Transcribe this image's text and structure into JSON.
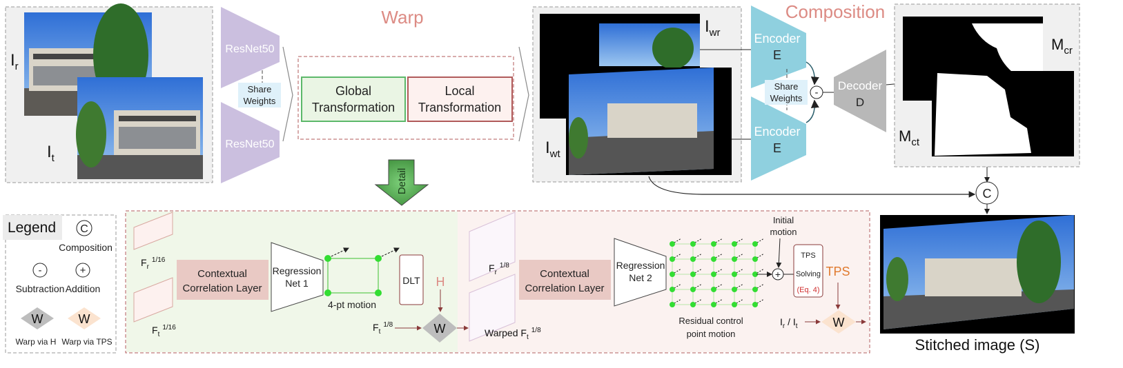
{
  "top": {
    "ir_label": "I",
    "ir_sub": "r",
    "it_label": "I",
    "it_sub": "t",
    "resnet_top": "ResNet50",
    "resnet_bottom": "ResNet50",
    "share_weights_1": "Share",
    "share_weights_2": "Weights",
    "warp_title": "Warp",
    "global_1": "Global",
    "global_2": "Transformation",
    "local_1": "Local",
    "local_2": "Transformation",
    "detail": "Detail",
    "iwr_label": "I",
    "iwr_sub": "wr",
    "iwt_label": "I",
    "iwt_sub": "wt",
    "composition_title": "Composition",
    "encoder_top_1": "Encoder",
    "encoder_top_2": "E",
    "encoder_bottom_1": "Encoder",
    "encoder_bottom_2": "E",
    "share2_1": "Share",
    "share2_2": "Weights",
    "minus": "-",
    "decoder_1": "Decoder",
    "decoder_2": "D",
    "mcr_label": "M",
    "mcr_sub": "cr",
    "mct_label": "M",
    "mct_sub": "ct",
    "concat": "C",
    "stitched": "Stitched image (S)"
  },
  "legend": {
    "title": "Legend",
    "composition_symbol": "C",
    "composition": "Composition",
    "subtraction_symbol": "-",
    "subtraction": "Subtraction",
    "addition_symbol": "+",
    "addition": "Addition",
    "w1": "W",
    "warp_h": "Warp via H",
    "w2": "W",
    "warp_tps": "Warp via TPS"
  },
  "detail_left": {
    "fr": "F",
    "fr_sub": "r",
    "fr_sup": "1/16",
    "ft": "F",
    "ft_sub": "t",
    "ft_sup": "1/16",
    "ccl_1": "Contextual",
    "ccl_2": "Correlation  Layer",
    "reg_1": "Regression",
    "reg_2": "Net 1",
    "motion": "4-pt motion",
    "dlt": "DLT",
    "h": "H",
    "ft8": "F",
    "ft8_sub": "t",
    "ft8_sup": "1/8",
    "w": "W"
  },
  "detail_right": {
    "fr": "F",
    "fr_sub": "r",
    "fr_sup": "1/8",
    "warped": "Warped F",
    "warped_sub": "t",
    "warped_sup": "1/8",
    "ccl_1": "Contextual",
    "ccl_2": "Correlation  Layer",
    "reg_1": "Regression",
    "reg_2": "Net 2",
    "initial_1": "Initial",
    "initial_2": "motion",
    "plus": "+",
    "tps_box_1": "TPS",
    "tps_box_2": "Solving",
    "tps_box_3": "(Eq. 4)",
    "tps": "TPS",
    "residual_1": "Residual control",
    "residual_2": "point motion",
    "irit": "I",
    "irit_sub": "r",
    "irit_sep": " / I",
    "irit_sub2": "t",
    "w": "W"
  },
  "colors": {
    "purple": "#cbbfdf",
    "teal": "#8fd0df",
    "gray": "#b8b8b8",
    "warp_title": "#dc8b84",
    "global_border": "#5cb86a",
    "local_border": "#b05a5a",
    "ccl_fill": "#e9c9c4",
    "green_dot": "#33dd33",
    "tps_orange": "#e07a2e",
    "eq_red": "#d03030"
  }
}
